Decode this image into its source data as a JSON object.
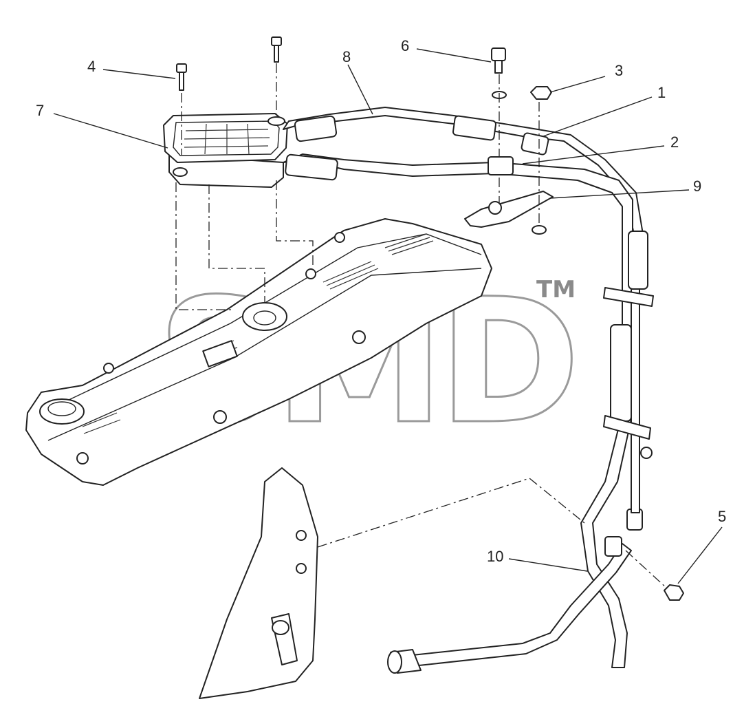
{
  "diagram": {
    "watermark": "SMD",
    "trademark": "TM",
    "callouts": [
      {
        "id": "c1",
        "label": "1"
      },
      {
        "id": "c2",
        "label": "2"
      },
      {
        "id": "c3",
        "label": "3"
      },
      {
        "id": "c4",
        "label": "4"
      },
      {
        "id": "c5",
        "label": "5"
      },
      {
        "id": "c6",
        "label": "6"
      },
      {
        "id": "c7",
        "label": "7"
      },
      {
        "id": "c8",
        "label": "8"
      },
      {
        "id": "c9",
        "label": "9"
      },
      {
        "id": "c10",
        "label": "10"
      }
    ]
  }
}
